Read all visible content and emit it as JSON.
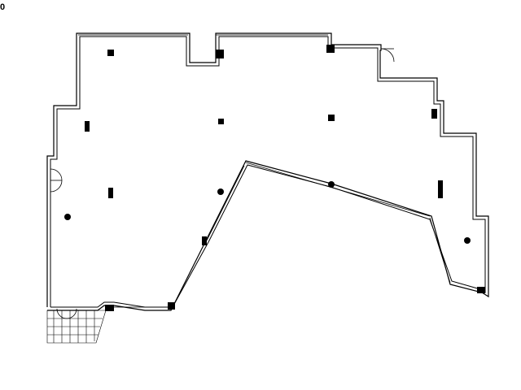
{
  "page": {
    "label": "0"
  },
  "plan": {
    "wall_color": "#000000",
    "fill_color": "#ffffff",
    "column_count": 13,
    "door_count": 3,
    "stair_count": 1
  }
}
